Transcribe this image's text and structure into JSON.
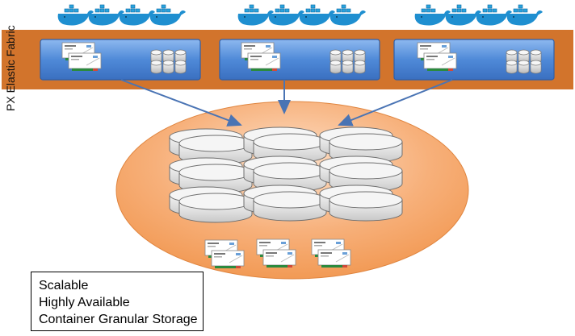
{
  "fabric_label": "PX Elastic Fabric",
  "features": [
    "Scalable",
    "Highly Available",
    "Container Granular Storage"
  ],
  "colors": {
    "fabric": "#d2742c",
    "node_blue": "#4f8ad8",
    "pool": "#f6a05c",
    "docker": "#2396d6",
    "arrow": "#4a74b4"
  },
  "icons": {
    "container": "docker-whale-icon",
    "drive_card": "ssd-card-icon",
    "disk": "disk-stack-icon"
  }
}
